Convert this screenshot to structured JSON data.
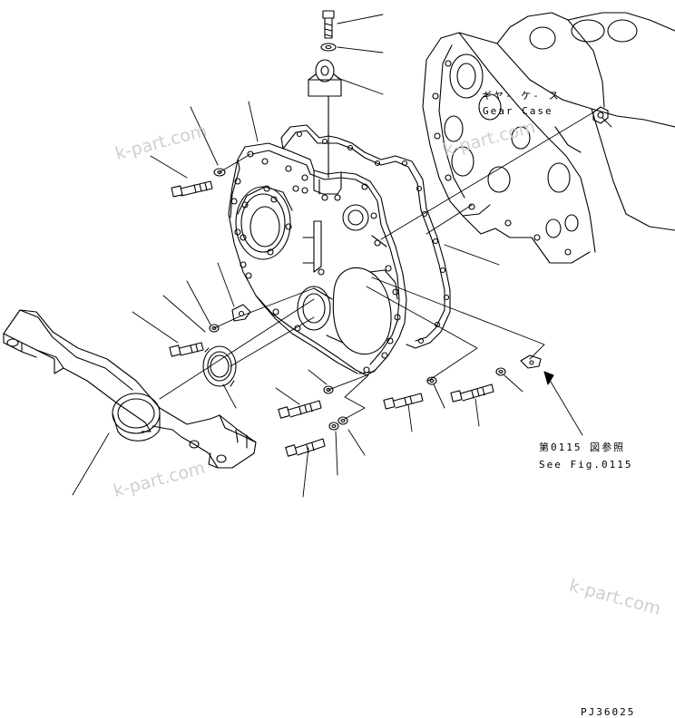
{
  "labels": {
    "gear_case_jp": "ギヤ- ケ- ス",
    "gear_case_en": "Gear Case",
    "see_fig_jp": "第0115 図参照",
    "see_fig_en": "See Fig.0115",
    "page_code": "PJ36025"
  },
  "watermark": {
    "text": "k-part.com",
    "color": "#cfcfcf"
  },
  "colors": {
    "line": "#000000",
    "background": "#ffffff"
  }
}
